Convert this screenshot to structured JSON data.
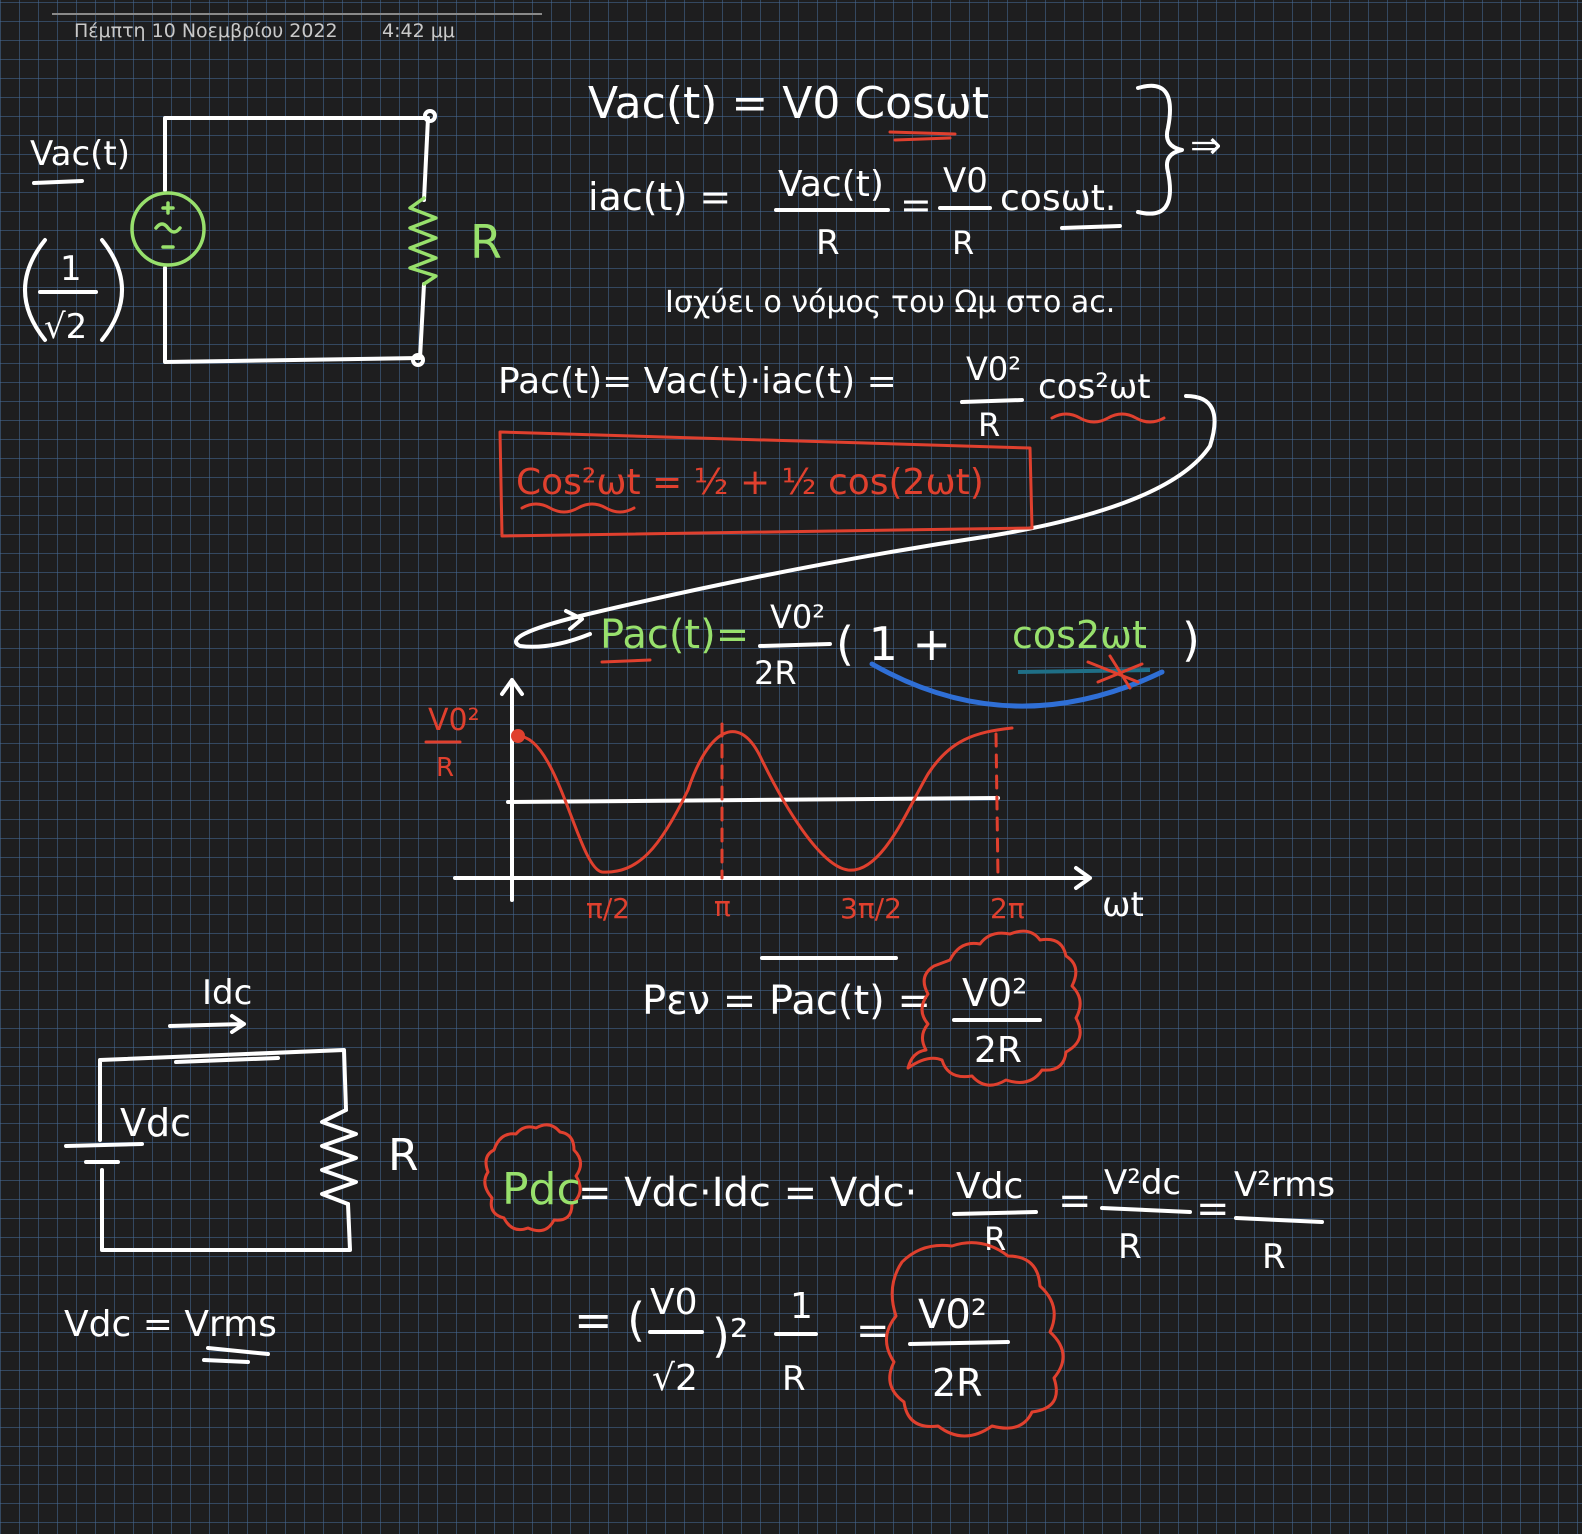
{
  "header": {
    "date": "Πέμπτη 10 Νοεμβρίου 2022",
    "time": "4:42 μμ"
  },
  "ac_circuit": {
    "source_label": "Vac(t)",
    "factor_num": "1",
    "factor_den": "√2",
    "resistor_label": "R"
  },
  "equations": {
    "v_ac": "Vac(t) = V0 Cosωt",
    "i_lhs": "iac(t) =",
    "i_frac1_num": "Vac(t)",
    "i_frac1_den": "R",
    "i_eq": "=",
    "i_frac2_num": "V0",
    "i_frac2_den": "R",
    "i_tail": "cosωt.",
    "implies": "⇒",
    "note": "Ισχύει ο νόμος του Ωμ στο ac.",
    "p_ac_lhs": "Pac(t)= Vac(t)·iac(t) =",
    "p_ac_num": "V0²",
    "p_ac_den": "R",
    "p_ac_tail": "cos²ωt",
    "identity": "Cos²ωt = ½ + ½ cos(2ωt)",
    "p_ac2_lhs": "Pac(t)=",
    "p_ac2_num": "V0²",
    "p_ac2_den": "2R",
    "p_ac2_paren": "( 1 +",
    "p_ac2_cos": "cos2ωt",
    "p_ac2_close": ")",
    "p_avg_lhs": "Pεν = Pac(t) =",
    "p_avg_num": "V0²",
    "p_avg_den": "2R",
    "p_dc_label": "Pdc",
    "p_dc_mid": "= Vdc·Idc = Vdc·",
    "p_dc_f1_num": "Vdc",
    "p_dc_f1_den": "R",
    "p_dc_f2_num": "V²dc",
    "p_dc_f2_den": "R",
    "p_dc_f3_num": "V²rms",
    "p_dc_f3_den": "R",
    "eq_sign": "=",
    "p_dc_line2_open": "= (",
    "p_dc_l2_num": "V0",
    "p_dc_l2_den": "√2",
    "p_dc_l2_close": ")²",
    "p_dc_l2_one": "1",
    "p_dc_l2_r": "R",
    "p_dc_l2_eq": "=",
    "p_dc_l2_res_num": "V0²",
    "p_dc_l2_res_den": "2R"
  },
  "graph": {
    "y_label_num": "V0²",
    "y_label_den": "R",
    "x_label": "ωt",
    "ticks": [
      "π/2",
      "π",
      "3π/2",
      "2π"
    ]
  },
  "dc_circuit": {
    "current_label": "Idc",
    "source_label": "Vdc",
    "resistor_label": "R",
    "note": "Vdc = Vrms"
  },
  "colors": {
    "ink": "#ffffff",
    "red": "#e0402e",
    "green": "#98e06c",
    "blue": "#2f6fd6",
    "grid": "#46698f",
    "background": "#1e1e1f"
  }
}
